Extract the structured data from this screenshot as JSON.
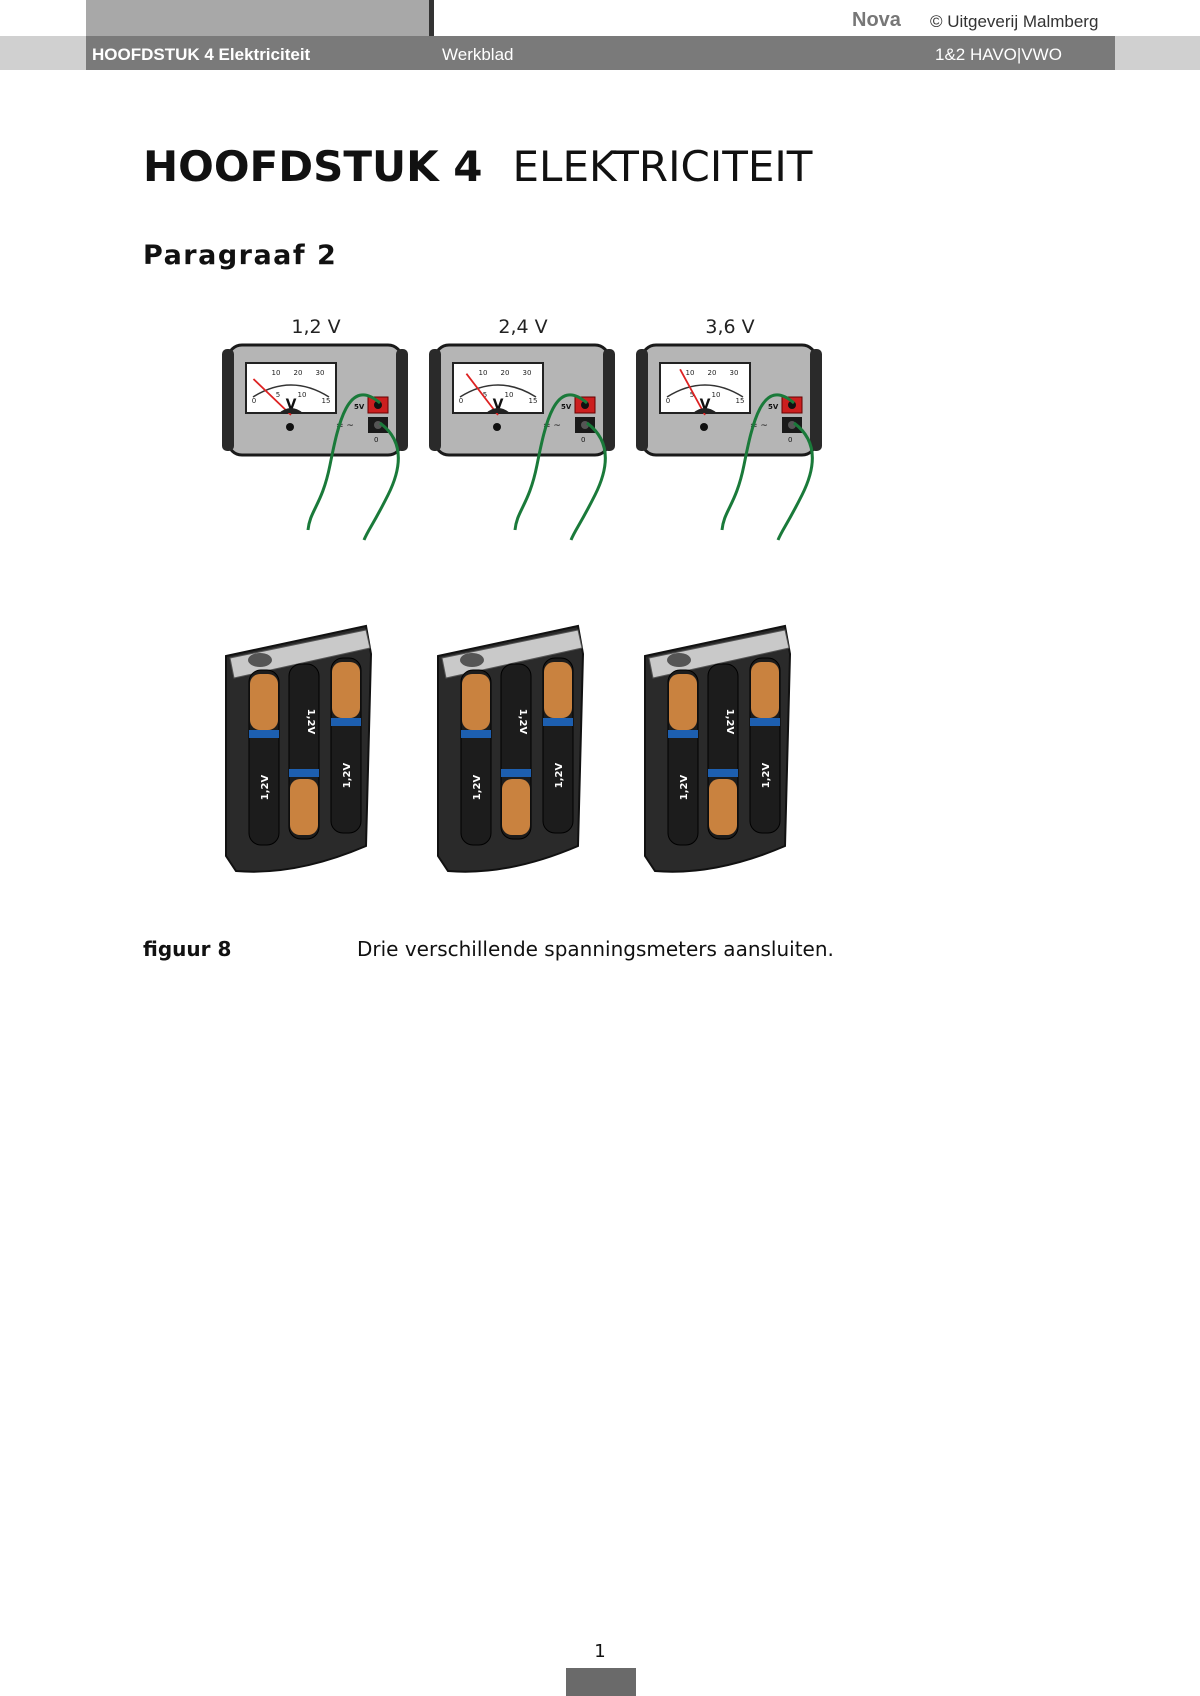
{
  "header": {
    "brand": "Nova",
    "copyright": "© Uitgeverij Malmberg",
    "chapter": "HOOFDSTUK 4 Elektriciteit",
    "doc_type": "Werkblad",
    "level": "1&2 HAVO|VWO"
  },
  "title": {
    "chapter": "HOOFDSTUK 4",
    "subject": "ELEKTRICITEIT"
  },
  "section": "Paragraaf 2",
  "figure": {
    "meters": [
      {
        "label": "1,2 V",
        "needle_volts": 1.2
      },
      {
        "label": "2,4 V",
        "needle_volts": 2.4
      },
      {
        "label": "3,6 V",
        "needle_volts": 3.6
      }
    ],
    "meter_scale": {
      "top": [
        "10",
        "20",
        "30"
      ],
      "bottom": [
        "0",
        "5",
        "10",
        "15"
      ],
      "unit": "V",
      "terminal": "5V",
      "ground": "0",
      "mode": "=  ~"
    },
    "battery_label": "1,2V",
    "number": "figuur 8",
    "caption": "Drie verschillende spanningsmeters aansluiten."
  },
  "page_number": "1",
  "colors": {
    "wire": "#1a7a3a",
    "terminal_red": "#cc1f1f",
    "battery_copper": "#c9823f",
    "battery_blue": "#1d5fb0"
  }
}
